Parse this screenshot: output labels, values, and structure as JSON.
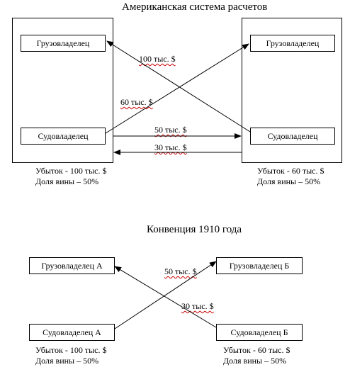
{
  "top": {
    "title": "Американская система расчетов",
    "left": {
      "cargo_owner": "Грузовладелец",
      "ship_owner": "Судовладелец",
      "caption_loss": "Убыток - 100 тыс. $",
      "caption_fault": "Доля вины – 50%"
    },
    "right": {
      "cargo_owner": "Грузовладелец",
      "ship_owner": "Судовладелец",
      "caption_loss": "Убыток - 60 тыс. $",
      "caption_fault": "Доля вины – 50%"
    },
    "arrows": {
      "a100": "100 тыс. $",
      "a60": "60 тыс. $",
      "a50": "50 тыс. $",
      "a30": "30 тыс. $"
    }
  },
  "bottom": {
    "title": "Конвенция 1910 года",
    "left": {
      "cargo_owner": "Грузовладелец А",
      "ship_owner": "Судовладелец А",
      "caption_loss": "Убыток - 100 тыс. $",
      "caption_fault": "Доля вины – 50%"
    },
    "right": {
      "cargo_owner": "Грузовладелец Б",
      "ship_owner": "Судовладелец Б",
      "caption_loss": "Убыток - 60 тыс. $",
      "caption_fault": "Доля вины – 50%"
    },
    "arrows": {
      "a50": "50 тыс. $",
      "a30": "30 тыс. $"
    }
  }
}
